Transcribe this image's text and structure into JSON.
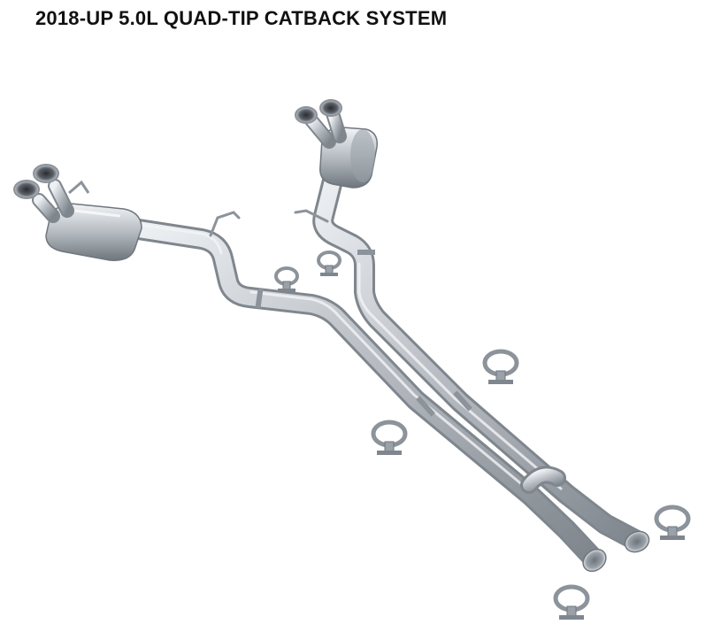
{
  "header": {
    "title": "2018-UP 5.0L QUAD-TIP CATBACK SYSTEM"
  },
  "product": {
    "metal_color": "#b9bec4",
    "metal_shadow": "#7f868d",
    "metal_highlight": "#eef1f4",
    "muffler_count": 2,
    "tip_count": 4,
    "clamp_count": 6
  }
}
